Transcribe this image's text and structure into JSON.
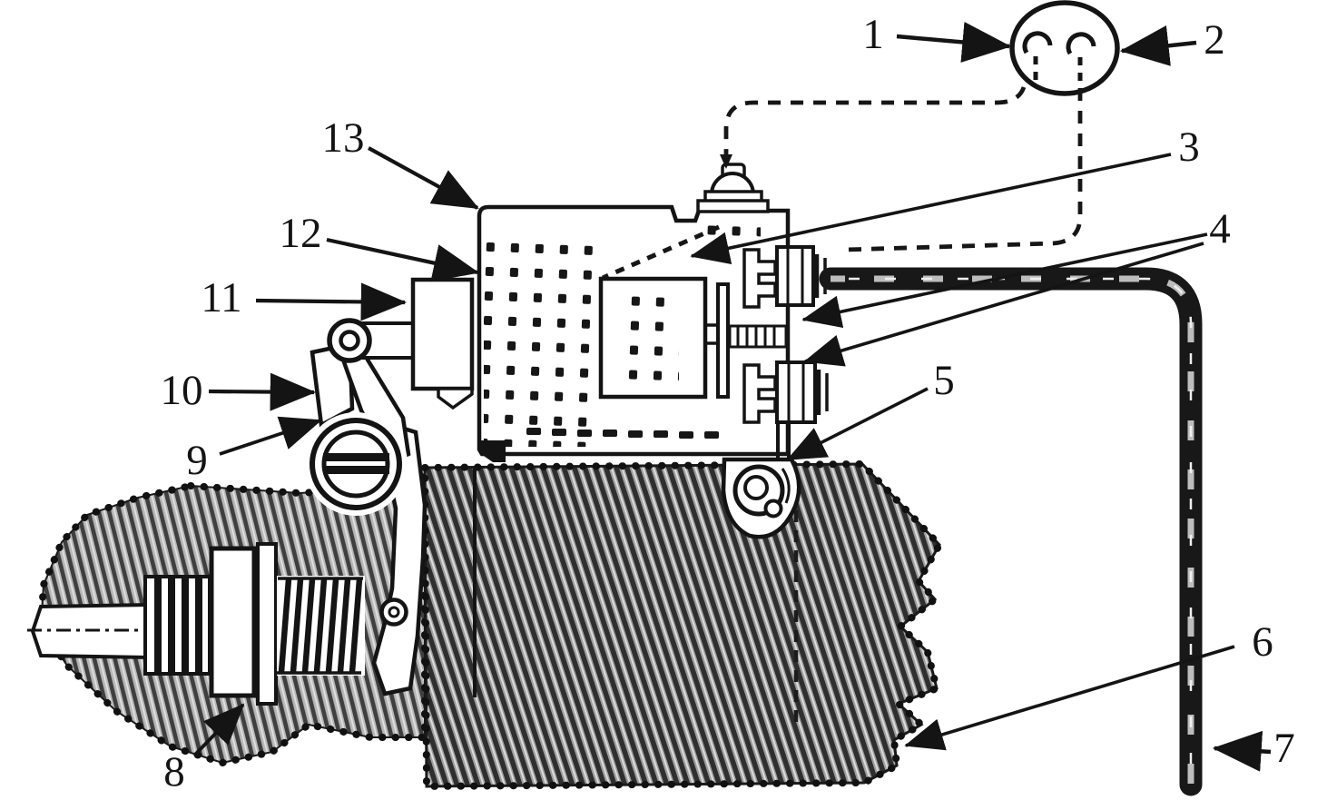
{
  "diagram": {
    "labels": [
      {
        "text": "1"
      },
      {
        "text": "2"
      },
      {
        "text": "3"
      },
      {
        "text": "4"
      },
      {
        "text": "5"
      },
      {
        "text": "6"
      },
      {
        "text": "7"
      },
      {
        "text": "8"
      },
      {
        "text": "9"
      },
      {
        "text": "10"
      },
      {
        "text": "11"
      },
      {
        "text": "12"
      },
      {
        "text": "13"
      }
    ],
    "colors": {
      "ink": "#141414",
      "paper": "#ffffff",
      "motor_hatch": "#9e9e9e",
      "housing_hatch": "#b5b5b5"
    }
  }
}
